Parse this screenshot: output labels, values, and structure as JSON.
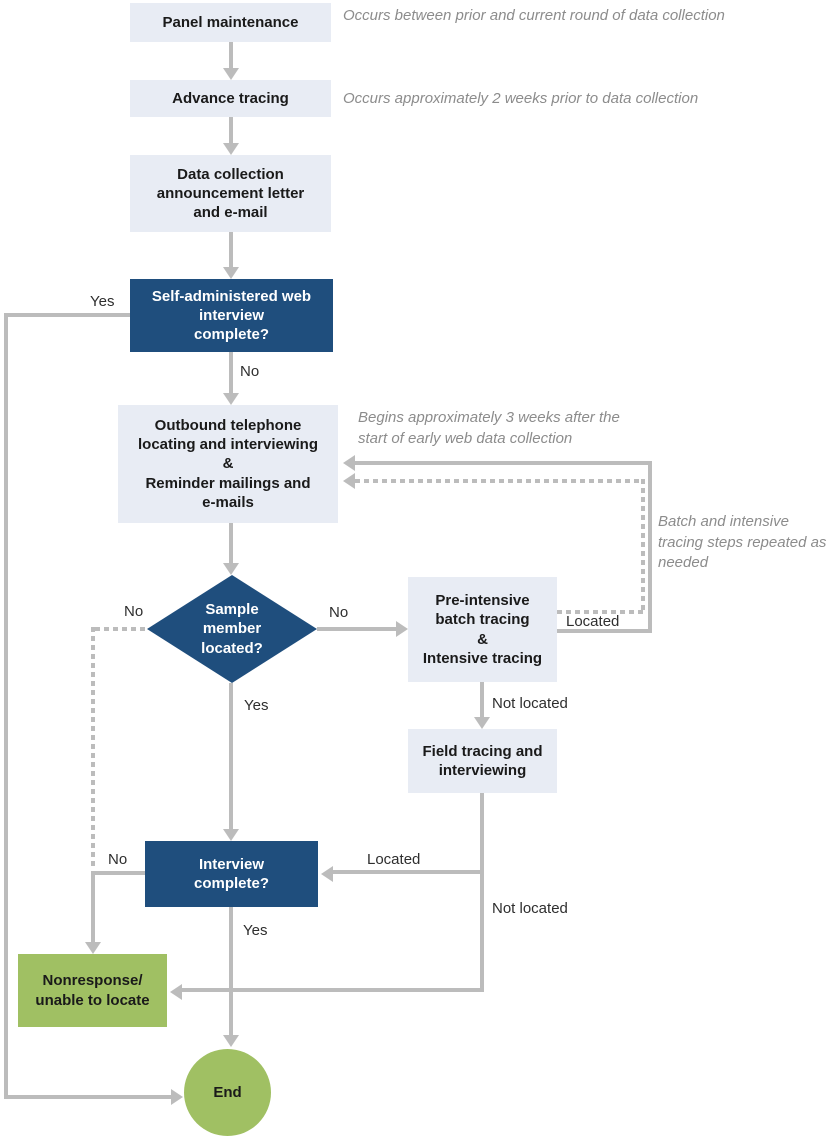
{
  "title": "Data collection tracing and interviewing flowchart",
  "colors": {
    "box_fill": "#e8ecf4",
    "dark_blue": "#1f4e7d",
    "green": "#a0c063",
    "line": "#bcbcbc",
    "note": "#8c8c8c"
  },
  "nodes": {
    "panel_maintenance": {
      "label": "Panel maintenance",
      "type": "process"
    },
    "advance_tracing": {
      "label": "Advance tracing",
      "type": "process"
    },
    "announcement": {
      "label": "Data collection\nannouncement letter\nand e-mail",
      "type": "process"
    },
    "web_interview": {
      "label": "Self-administered web\ninterview\ncomplete?",
      "type": "decision"
    },
    "outbound": {
      "label": "Outbound telephone\nlocating and interviewing\n&\nReminder mailings and\ne-mails",
      "type": "process"
    },
    "sample_located": {
      "label": "Sample\nmember\nlocated?",
      "type": "decision"
    },
    "pre_intensive": {
      "label": "Pre-intensive\nbatch tracing\n&\nIntensive tracing",
      "type": "process"
    },
    "field_tracing": {
      "label": "Field tracing and\ninterviewing",
      "type": "process"
    },
    "interview_complete": {
      "label": "Interview\ncomplete?",
      "type": "decision"
    },
    "nonresponse": {
      "label": "Nonresponse/\nunable to locate",
      "type": "terminal"
    },
    "end": {
      "label": "End",
      "type": "terminal"
    }
  },
  "edge_labels": {
    "web_yes": "Yes",
    "web_no": "No",
    "diamond_no_left": "No",
    "diamond_no_right": "No",
    "diamond_yes": "Yes",
    "located_return": "Located",
    "not_located_to_field": "Not located",
    "located_to_interview": "Located",
    "not_located_to_nonresponse": "Not located",
    "interview_no": "No",
    "interview_yes": "Yes"
  },
  "notes": {
    "panel_maintenance": "Occurs between prior and current round of data collection",
    "advance_tracing": "Occurs approximately 2 weeks prior to data collection",
    "outbound": "Begins approximately 3 weeks after the start of early web data collection",
    "batch_repeat": "Batch and intensive tracing steps repeated as needed"
  }
}
